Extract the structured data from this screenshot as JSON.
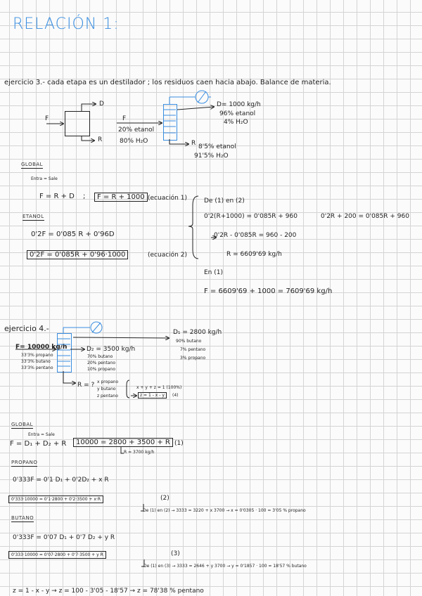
{
  "title": "RELACIÓN 1:",
  "ex3": {
    "heading": "ejercicio 3.- cada etapa es un destilador ; los residuos caen hacia abajo. Balance de materia.",
    "feed_label": "F",
    "d_label": "D",
    "r_label": "R",
    "stream_f": "F",
    "stream_f_c1": "20% etanol",
    "stream_f_c2": "80% H₂O",
    "d_value": "D= 1000 kg/h",
    "d_c1": "96% etanol",
    "d_c2": "4% H₂O",
    "r_value": "R",
    "r_c1": "8'5% etanol",
    "r_c2": "91'5% H₂O",
    "global_head": "GLOBAL",
    "global_rule": "Entra = Sale",
    "global_eq": "F = R + D",
    "global_eq2": "F = R + 1000",
    "global_eq2_tag": "(ecuación 1)",
    "etanol_head": "ETANOL",
    "etanol_eq": "0'2F = 0'085 R + 0'96D",
    "etanol_eq2": "0'2F = 0'085R + 0'96·1000",
    "etanol_eq2_tag": "(ecuación 2)",
    "sub_head": "De (1) en (2)",
    "sub_l1": "0'2(R+1000) = 0'085R + 960",
    "sub_l1b": "0'2R + 200 = 0'085R + 960",
    "sub_l2": "0'2R - 0'085R = 960 - 200",
    "sub_l3": "R = 6609'69 kg/h",
    "en1": "En (1)",
    "f_result": "F = 6609'69 + 1000 = 7609'69 kg/h"
  },
  "ex4": {
    "heading": "ejercicio 4.-",
    "f_value": "F= 10000 kg/h",
    "f_c1": "33'3% propano",
    "f_c2": "33'3% butano",
    "f_c3": "33'3% pentano",
    "d1_value": "D₁ = 2800 kg/h",
    "d1_c1": "90% butano",
    "d1_c2": "7% pentano",
    "d1_c3": "3% propano",
    "d2_value": "D₂ = 3500 kg/h",
    "d2_c1": "70% butano",
    "d2_c2": "20% pentano",
    "d2_c3": "10% propano",
    "r_value": "R = ?",
    "r_c1": "x propano",
    "r_c2": "y butano",
    "r_c3": "z pentano",
    "r_sum": "x + y + z = 1 (100%)",
    "r_z": "z = 1 - x - y",
    "r_z_tag": "(4)",
    "global_head": "GLOBAL",
    "global_rule": "Entra = Sale",
    "global_eq": "F = D₁ + D₂ + R",
    "global_eq2": "10000 = 2800 + 3500 + R",
    "global_eq2_tag": "(1)",
    "global_r": "R = 3700 kg/h",
    "propano_head": "PROPANO",
    "propano_eq": "0'333F = 0'1 D₁ + 0'2D₂ + x R",
    "propano_eq2": "0'333·10000 = 0'1·2800 + 0'2·3500 + x·R",
    "propano_eq2_tag": "(2)",
    "propano_res": "De (1) en (2) → 3333 = 3220 + x 3700 → x = 0'0305 · 100 = 3'05 % propano",
    "butano_head": "BUTANO",
    "butano_eq": "0'333F = 0'07 D₁ + 0'7 D₂ + y R",
    "butano_eq2": "0'333·10000 = 0'07·2800 + 0'7·3500 + y R",
    "butano_eq2_tag": "(3)",
    "butano_res": "De (1) en (3) → 3333 = 2646 + y 3700 → y = 0'1857 · 100 = 18'57 % butano",
    "final": "z = 1 - x - y → z = 100 - 3'05 - 18'57 → z = 78'38 % pentano"
  }
}
